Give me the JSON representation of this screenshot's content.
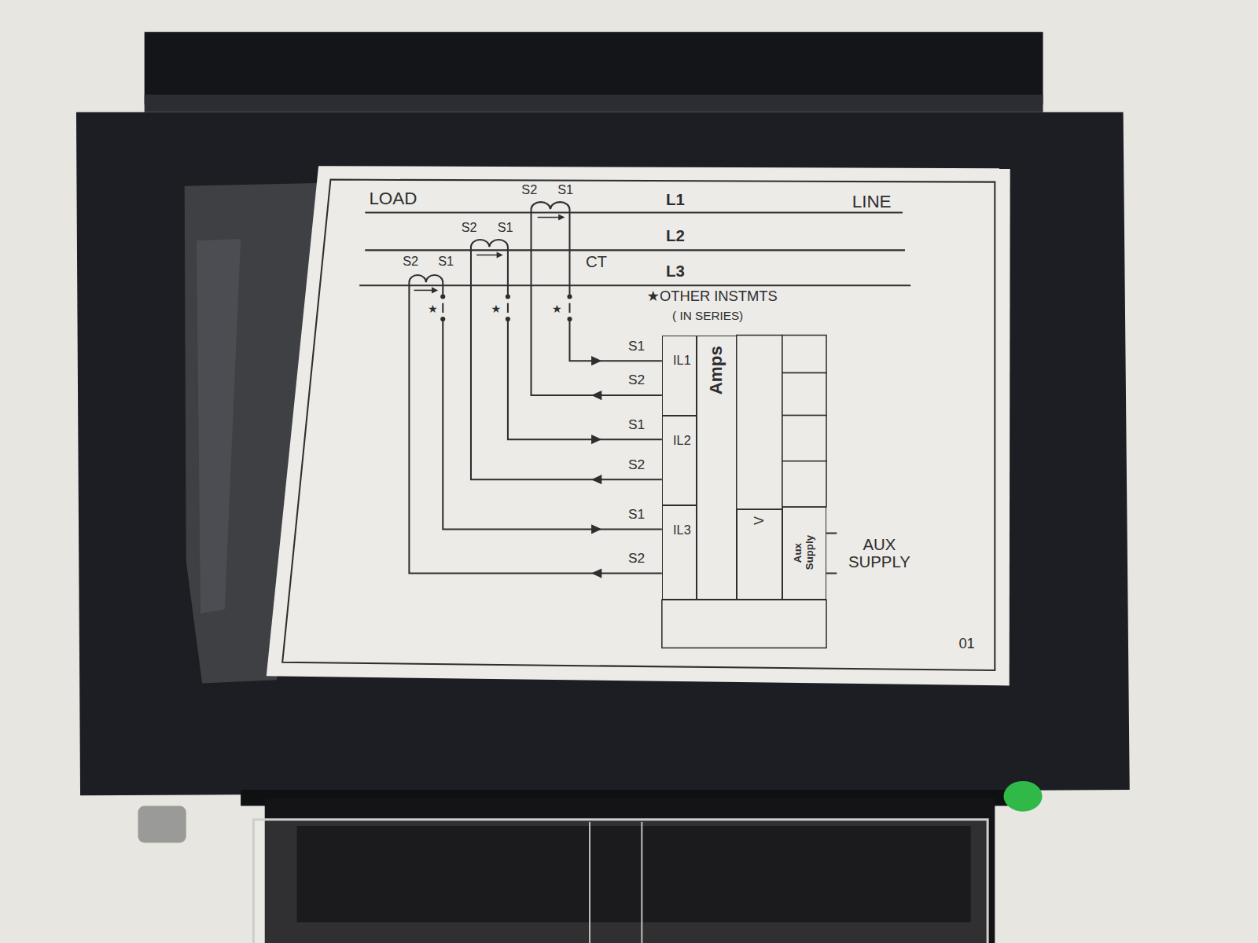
{
  "diagram": {
    "nodes": [
      {
        "text": [
          "IL1"
        ]
      },
      {
        "text": [
          "IL2"
        ]
      },
      {
        "text": [
          "IL3"
        ]
      },
      {
        "text": [
          "Amps"
        ]
      },
      {
        "text": [
          "V"
        ]
      },
      {
        "text": [
          "Aux Supply"
        ]
      }
    ],
    "labels": [
      "LOAD",
      "LINE",
      "S2",
      "S1",
      "L1",
      "S2",
      "S1",
      "L2",
      "S2",
      "S1",
      "CT",
      "L3",
      "★",
      "★",
      "★",
      "★OTHER INSTMTS",
      "( IN SERIES)",
      "S1",
      "S2",
      "S1",
      "S2",
      "S1",
      "S2",
      "AUX SUPPLY",
      "01"
    ]
  }
}
